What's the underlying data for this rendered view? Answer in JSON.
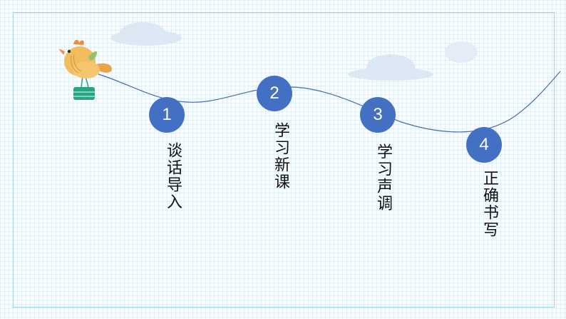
{
  "colors": {
    "accent": "#4470c4",
    "frame": "#9fd4e4",
    "curve": "#4a6ca8",
    "cloud": "#dde8f5"
  },
  "decor": {
    "mascot": "chick-holding-basket-icon",
    "clouds": [
      "cloud-icon",
      "cloud-icon",
      "cloud-icon"
    ]
  },
  "steps": [
    {
      "number": "1",
      "label": "谈话导入"
    },
    {
      "number": "2",
      "label": "学习新课"
    },
    {
      "number": "3",
      "label": "学习声调"
    },
    {
      "number": "4",
      "label": "正确书写"
    }
  ]
}
